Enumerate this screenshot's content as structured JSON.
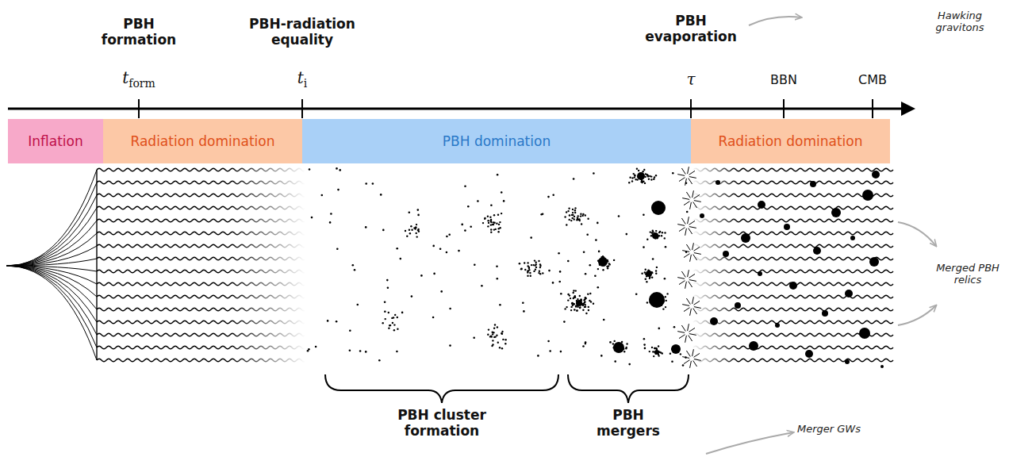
{
  "diagram": {
    "nodes": [
      {
        "text": [
          "Inflation"
        ]
      },
      {
        "text": [
          "Radiation domination"
        ]
      },
      {
        "text": [
          "PBH domination"
        ]
      },
      {
        "text": [
          "Radiation domination"
        ]
      }
    ],
    "labels": [
      "PBH formation",
      "PBH-radiation equality",
      "PBH evaporation",
      "Hawking gravitons",
      "t",
      "form",
      "t",
      "i",
      "τ",
      "BBN",
      "CMB",
      "Merged PBH relics",
      "PBH cluster formation",
      "PBH mergers",
      "Merger GWs"
    ]
  }
}
